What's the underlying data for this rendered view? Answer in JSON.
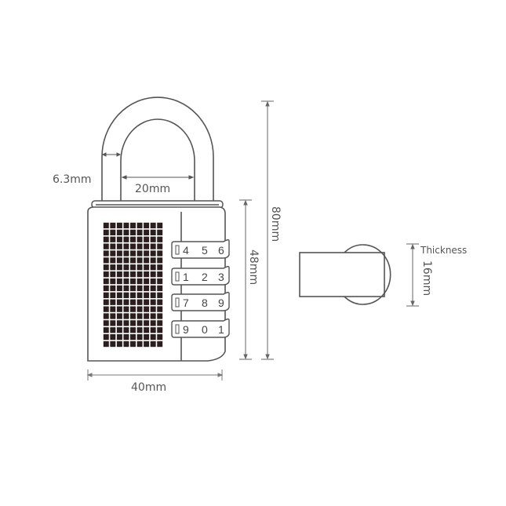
{
  "diagram": {
    "subject": "combination padlock dimension drawing",
    "dimensions": {
      "shackle_thickness": "6.3mm",
      "shackle_inner_width": "20mm",
      "body_width": "40mm",
      "body_height": "48mm",
      "total_height": "80mm",
      "thickness_label": "Thickness",
      "thickness_value": "16mm"
    },
    "dials": [
      {
        "digits": [
          "4",
          "5",
          "6"
        ]
      },
      {
        "digits": [
          "1",
          "2",
          "3"
        ]
      },
      {
        "digits": [
          "7",
          "8",
          "9"
        ]
      },
      {
        "digits": [
          "9",
          "0",
          "1"
        ]
      }
    ],
    "grid": {
      "columns": 9,
      "rows": 18
    },
    "colors": {
      "line": "#555555",
      "grid_fill": "#2a1e1e",
      "label": "#555555",
      "background": "#ffffff"
    }
  }
}
